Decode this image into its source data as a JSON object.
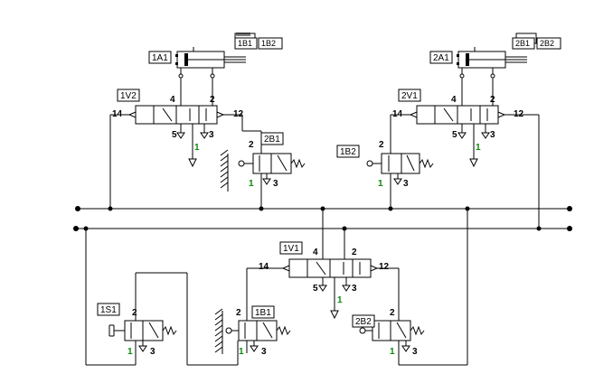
{
  "cylinders": {
    "c1": {
      "label": "1A1",
      "switch_a": "1B1",
      "switch_b": "1B2"
    },
    "c2": {
      "label": "2A1",
      "switch_a": "2B1",
      "switch_b": "2B2"
    }
  },
  "valves": {
    "v12": {
      "label": "1V2",
      "pilot_left": "14",
      "pilot_right": "12",
      "port_4": "4",
      "port_2": "2",
      "port_5": "5",
      "port_3": "3",
      "port_1": "1"
    },
    "v21": {
      "label": "2V1",
      "pilot_left": "14",
      "pilot_right": "12",
      "port_4": "4",
      "port_2": "2",
      "port_5": "5",
      "port_3": "3",
      "port_1": "1"
    },
    "v11": {
      "label": "1V1",
      "pilot_left": "14",
      "pilot_right": "12",
      "port_4": "4",
      "port_2": "2",
      "port_5": "5",
      "port_3": "3",
      "port_1": "1"
    },
    "s2b1": {
      "label": "2B1",
      "port_2": "2",
      "port_1": "1",
      "port_3": "3"
    },
    "s1b2": {
      "label": "1B2",
      "port_2": "2",
      "port_1": "1",
      "port_3": "3"
    },
    "s1s1": {
      "label": "1S1",
      "port_2": "2",
      "port_1": "1",
      "port_3": "3"
    },
    "s1b1": {
      "label": "1B1",
      "port_2": "2",
      "port_1": "1",
      "port_3": "3"
    },
    "s2b2": {
      "label": "2B2",
      "port_2": "2",
      "port_1": "1",
      "port_3": "3"
    }
  },
  "colors": {
    "line": "#000000",
    "port_supply": "#0a8a0a",
    "background": "#ffffff"
  }
}
